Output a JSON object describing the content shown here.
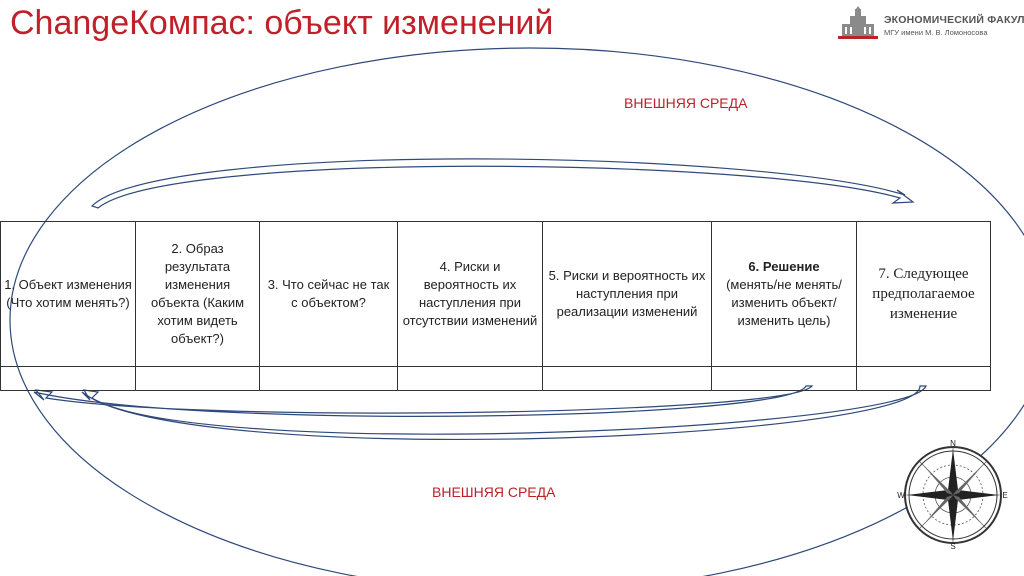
{
  "header": {
    "title": "ChangeКомпас: объект изменений",
    "logo_line1": "ЭКОНОМИЧЕСКИЙ ФАКУЛЬТЕТ",
    "logo_line2": "МГУ имени М. В. Ломоносова"
  },
  "environment": {
    "top_label": "ВНЕШНЯЯ СРЕДА",
    "bottom_label": "ВНЕШНЯЯ СРЕДА"
  },
  "steps": {
    "s1": {
      "text": "1. Объект изменения (Что хотим менять?)"
    },
    "s2": {
      "text": "2. Образ результата изменения объекта (Каким хотим видеть объект?)"
    },
    "s3": {
      "text": "3. Что сейчас не так с объектом?"
    },
    "s4": {
      "text": "4. Риски и вероятность их наступления при отсутствии изменений"
    },
    "s5": {
      "text": "5. Риски и вероятность их наступления при реализации изменений"
    },
    "s6": {
      "bold": "6. Решение",
      "text": "(менять/не менять/изменить объект/изменить цель)"
    },
    "s7": {
      "text": "7. Следующее предполагаемое изменение"
    }
  },
  "compass": {
    "n": "N",
    "s": "S",
    "e": "E",
    "w": "W"
  },
  "colors": {
    "title": "#c0202a",
    "env_label": "#c0202a",
    "ellipse": "#2f4a7a",
    "arrow": "#2f4a7a"
  }
}
